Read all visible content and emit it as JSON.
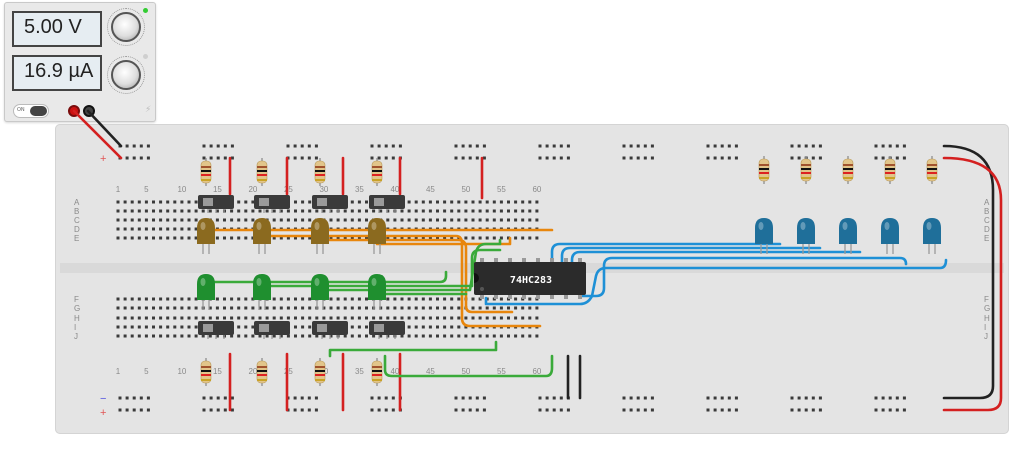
{
  "power_supply": {
    "voltage_display": "5.00 V",
    "current_display": "16.9 µA",
    "on_label": "ON",
    "colors": {
      "positive_terminal": "#cc1111",
      "negative_terminal": "#222222",
      "cv_indicator": "#33cc33"
    }
  },
  "breadboard": {
    "column_numbers": [
      "1",
      "5",
      "10",
      "15",
      "20",
      "25",
      "30",
      "35",
      "40",
      "45",
      "50",
      "55",
      "60"
    ],
    "row_letters_top": [
      "A",
      "B",
      "C",
      "D",
      "E"
    ],
    "row_letters_bottom": [
      "F",
      "G",
      "H",
      "I",
      "J"
    ],
    "rail_plus": "+",
    "rail_minus": "−"
  },
  "chip": {
    "label": "74HC283"
  },
  "wire_colors": {
    "power": "#d42020",
    "ground": "#222222",
    "orange": "#e8860c",
    "green": "#3aaa3a",
    "blue": "#1e90d6"
  },
  "led_colors": {
    "input_a": "#8b6a1f",
    "input_b": "#1f8f2f",
    "output": "#1f6f9a"
  }
}
